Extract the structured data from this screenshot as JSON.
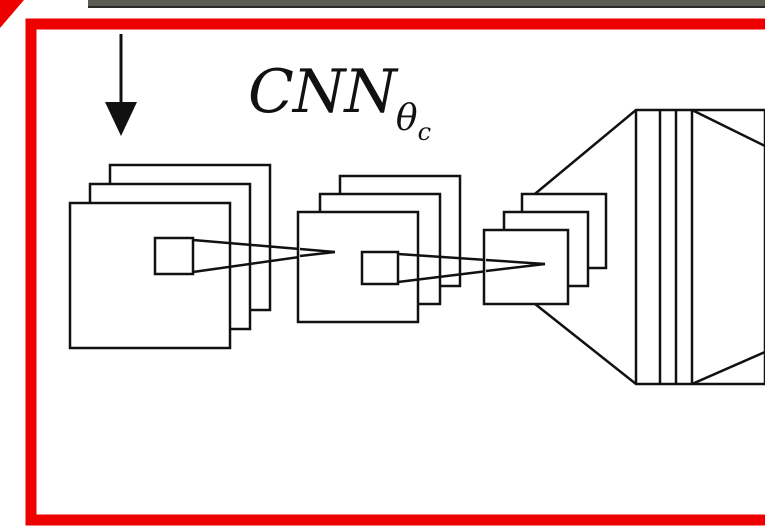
{
  "diagram": {
    "title_main": "CNN",
    "title_sub": "θ",
    "title_subsub": "c"
  },
  "colors": {
    "frame": "#ee0000",
    "stroke": "#111111",
    "fill": "#ffffff",
    "top_strip": "#5a5d54"
  }
}
